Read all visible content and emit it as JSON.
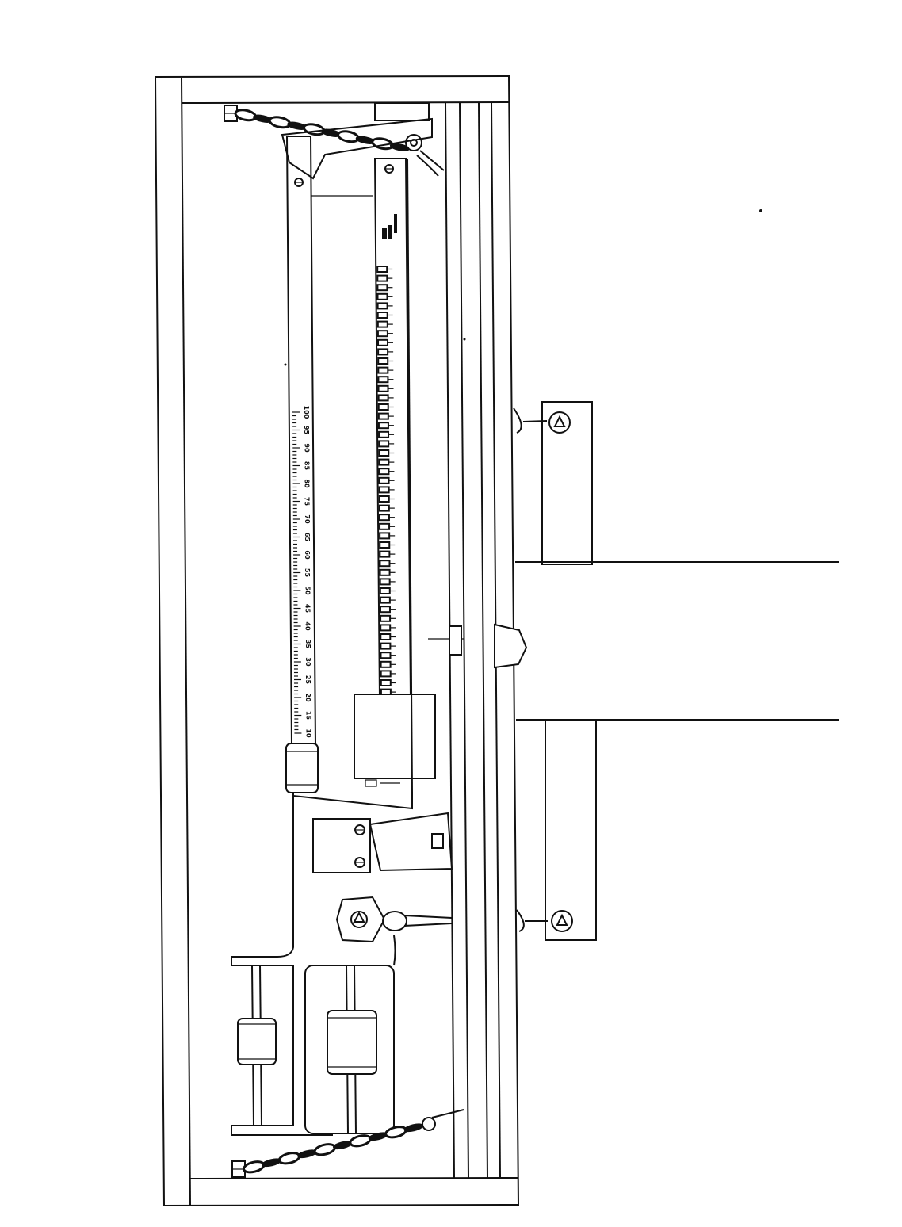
{
  "figure": {
    "scale_ticks": [
      "10",
      "15",
      "20",
      "25",
      "30",
      "35",
      "40",
      "45",
      "50",
      "55",
      "60",
      "65",
      "70",
      "75",
      "80",
      "85",
      "90",
      "95",
      "100"
    ]
  }
}
